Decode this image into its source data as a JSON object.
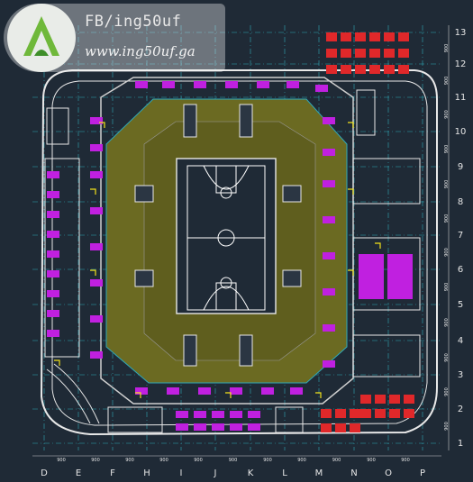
{
  "watermark": {
    "line1": "FB/ing50uf",
    "line2": "www.ing50uf.ga"
  },
  "grid": {
    "columns": [
      "D",
      "E",
      "F",
      "H",
      "I",
      "J",
      "K",
      "L",
      "M",
      "N",
      "O",
      "P"
    ],
    "rows": [
      "13",
      "12",
      "11",
      "10",
      "9",
      "8",
      "7",
      "6",
      "5",
      "4",
      "3",
      "2",
      "1"
    ],
    "spacing_label": "900"
  },
  "colors": {
    "background": "#1f2a36",
    "court_fill": "#6b6a22",
    "seats": "#c020e0",
    "red_seats": "#e0282a",
    "walls": "#e8e8e8",
    "grid_line": "#2fa8b8",
    "accent_yellow": "#f2e21a",
    "court_lines": "#ffffff"
  },
  "icons": [
    "logo-icon"
  ]
}
